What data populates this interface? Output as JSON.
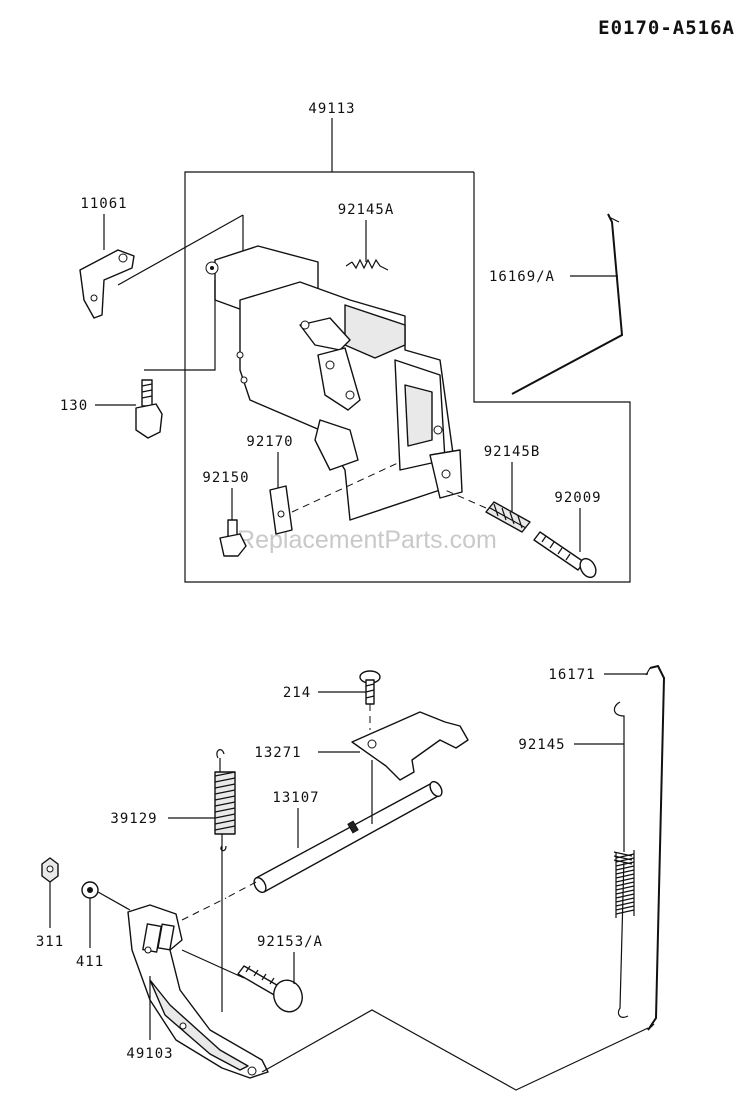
{
  "diagram_code": "E0170-A516A",
  "watermark": "eReplacementParts.com",
  "parts": {
    "p49113": "49113",
    "p11061": "11061",
    "p92145A": "92145A",
    "p16169A": "16169/A",
    "p130": "130",
    "p92170": "92170",
    "p92145B": "92145B",
    "p92150": "92150",
    "p92009": "92009",
    "p16171": "16171",
    "p214": "214",
    "p13271": "13271",
    "p92145": "92145",
    "p39129": "39129",
    "p13107": "13107",
    "p311": "311",
    "p411": "411",
    "p92153A": "92153/A",
    "p49103": "49103"
  }
}
